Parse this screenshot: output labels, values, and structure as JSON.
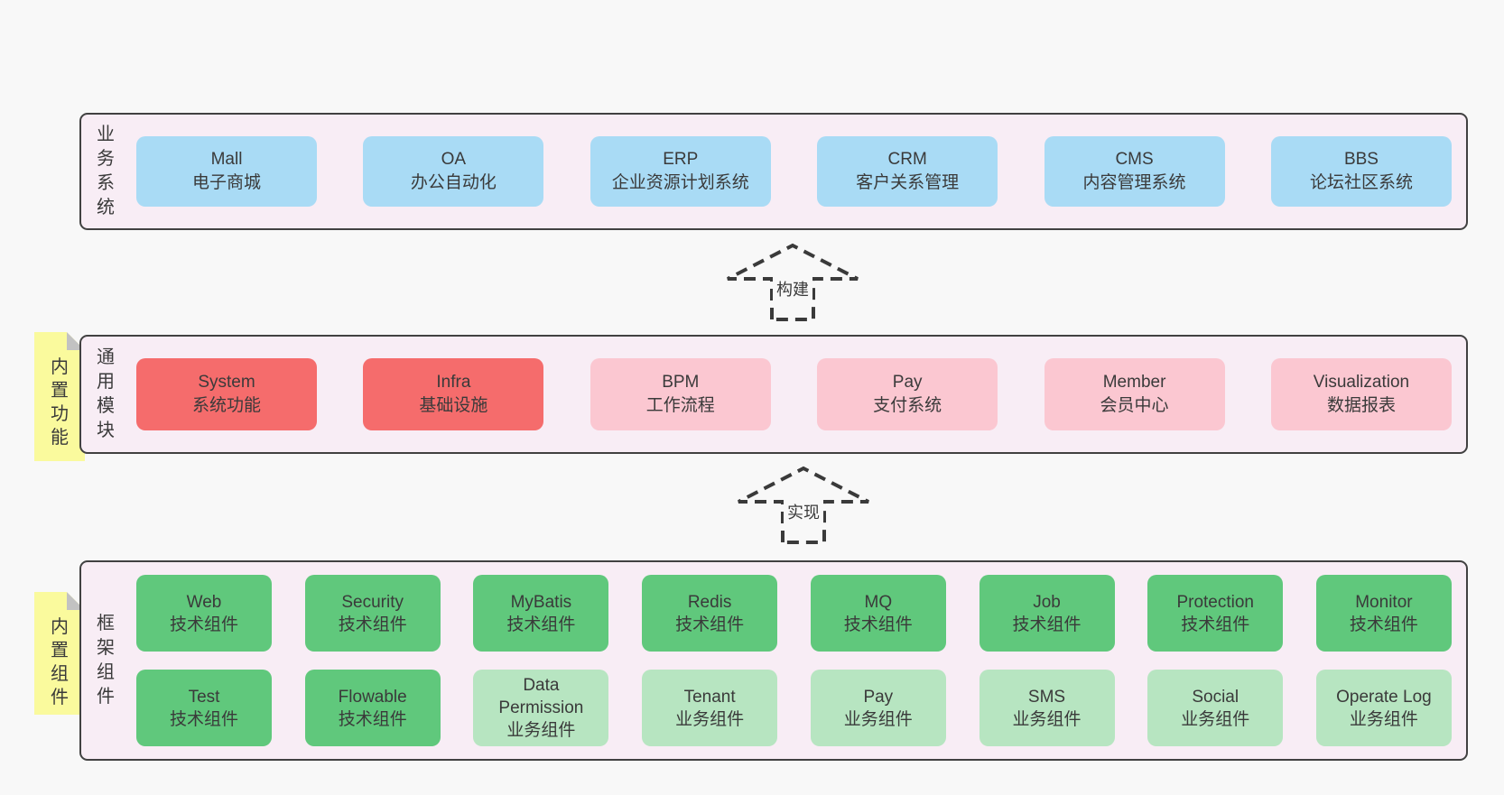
{
  "colors": {
    "page_bg": "#f8f8f8",
    "panel_bg": "#f8edf5",
    "panel_border": "#414141",
    "blue_box": "#a9dbf5",
    "red_box": "#f56c6c",
    "pink_box": "#fbc7d1",
    "green_box": "#60c87c",
    "light_green_box": "#b7e5c1",
    "sticky_note": "#fafa9d",
    "text": "#3a3a3a"
  },
  "arrows": {
    "build": "构建",
    "implement": "实现"
  },
  "sections": {
    "business": {
      "label": "业务系统",
      "boxes": [
        {
          "en": "Mall",
          "zh": "电子商城"
        },
        {
          "en": "OA",
          "zh": "办公自动化"
        },
        {
          "en": "ERP",
          "zh": "企业资源计划系统"
        },
        {
          "en": "CRM",
          "zh": "客户关系管理"
        },
        {
          "en": "CMS",
          "zh": "内容管理系统"
        },
        {
          "en": "BBS",
          "zh": "论坛社区系统"
        }
      ]
    },
    "modules": {
      "sticky": "内置功能",
      "label": "通用模块",
      "boxes": [
        {
          "en": "System",
          "zh": "系统功能"
        },
        {
          "en": "Infra",
          "zh": "基础设施"
        },
        {
          "en": "BPM",
          "zh": "工作流程"
        },
        {
          "en": "Pay",
          "zh": "支付系统"
        },
        {
          "en": "Member",
          "zh": "会员中心"
        },
        {
          "en": "Visualization",
          "zh": "数据报表"
        }
      ]
    },
    "components": {
      "sticky": "内置组件",
      "label": "框架组件",
      "row1": [
        {
          "en": "Web",
          "zh": "技术组件"
        },
        {
          "en": "Security",
          "zh": "技术组件"
        },
        {
          "en": "MyBatis",
          "zh": "技术组件"
        },
        {
          "en": "Redis",
          "zh": "技术组件"
        },
        {
          "en": "MQ",
          "zh": "技术组件"
        },
        {
          "en": "Job",
          "zh": "技术组件"
        },
        {
          "en": "Protection",
          "zh": "技术组件"
        },
        {
          "en": "Monitor",
          "zh": "技术组件"
        }
      ],
      "row2": [
        {
          "en": "Test",
          "zh": "技术组件"
        },
        {
          "en": "Flowable",
          "zh": "技术组件"
        },
        {
          "en": "Data Permission",
          "zh": "业务组件"
        },
        {
          "en": "Tenant",
          "zh": "业务组件"
        },
        {
          "en": "Pay",
          "zh": "业务组件"
        },
        {
          "en": "SMS",
          "zh": "业务组件"
        },
        {
          "en": "Social",
          "zh": "业务组件"
        },
        {
          "en": "Operate Log",
          "zh": "业务组件"
        }
      ]
    }
  }
}
